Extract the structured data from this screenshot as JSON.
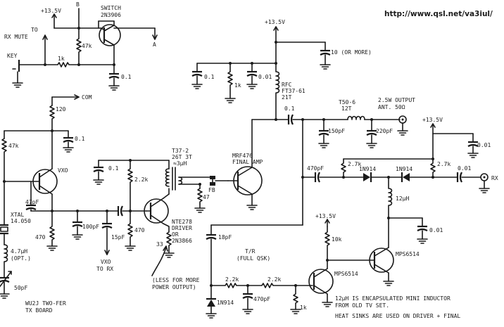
{
  "header": {
    "url": "http://www.qsl.net/va3iul/"
  },
  "labels": {
    "vcc_top": "+13.5V",
    "b_label": "B",
    "switch": "SWITCH",
    "q_switch": "2N3906",
    "to": "TO",
    "rx_mute": "RX MUTE",
    "r47k_top": "47k",
    "a_label": "A",
    "key": "KEY",
    "r1k_key": "1k",
    "c01_sw": "0.1",
    "com": "COM",
    "r120": "120",
    "c01_vxo": "0.1",
    "r47k_vxo": "47k",
    "vxo": "VXO",
    "c47pf": "47pF",
    "xtal": "XTAL",
    "xtal_freq": "14.050",
    "r470_vxo": "470",
    "c100pf": "100pF",
    "c15pf": "15pF",
    "vxo_to": "VXO",
    "to_rx": "TO RX",
    "l47uh": "4.7µH",
    "opt": "(OPT.)",
    "c50pf": "50pF",
    "board1": "WU2J TWO-FER",
    "board2": "TX BOARD",
    "c01_drv": "0.1",
    "t37_1": "T37-2",
    "t37_2": "26T  3T",
    "t37_3": "≈3µH",
    "r22k_drv": "2.2k",
    "r470_drv": "470",
    "q_driver1": "NTE278",
    "q_driver2": "DRIVER",
    "q_driver3": "OR",
    "q_driver4": "2N3866",
    "r33": "33",
    "less1": "(LESS FOR MORE",
    "less2": "POWER OUTPUT)",
    "fb": "FB",
    "r47_pa": "47",
    "q_final1": "MRF476",
    "q_final2": "FINAL AMP",
    "vcc_pa": "+13.5V",
    "c10": "10 (OR MORE)",
    "c01_pa1": "0.1",
    "r1k_pa": "1k",
    "c001_pa": "0.01",
    "rfc1": "RFC",
    "rfc2": "FT37-61",
    "rfc3": "21T",
    "c01_out": "0.1",
    "t50_1": "T50-6",
    "t50_2": "12T",
    "output1": "2.5W OUTPUT",
    "output2": "ANT. 50Ω",
    "c150pf": "150pF",
    "c220pf": "220pF",
    "vcc_rx": "+13.5V",
    "c001_rx": "0.01",
    "c470pf": "470pF",
    "r27k_a": "2.7k",
    "d1914_a": "1N914",
    "d1914_b": "1N914",
    "r27k_b": "2.7k",
    "c001_b": "0.01",
    "rx": "RX",
    "l12uh": "12µH",
    "c001_c": "0.01",
    "c18pf": "18pF",
    "tr1": "T/R",
    "tr2": "(FULL QSK)",
    "vcc_tr": "+13.5V",
    "r10k": "10k",
    "q_tr1": "MPS6514",
    "q_tr2": "MPS6514",
    "r22k_a": "2.2k",
    "r22k_b": "2.2k",
    "c470pf_tr": "470pF",
    "r1k_tr": "1k",
    "d1914_c": "1N914",
    "note1": "12µH IS ENCAPSULATED MINI INDUCTOR",
    "note2": "FROM OLD TV SET.",
    "note3": "HEAT SINKS ARE USED ON DRIVER + FINAL"
  }
}
